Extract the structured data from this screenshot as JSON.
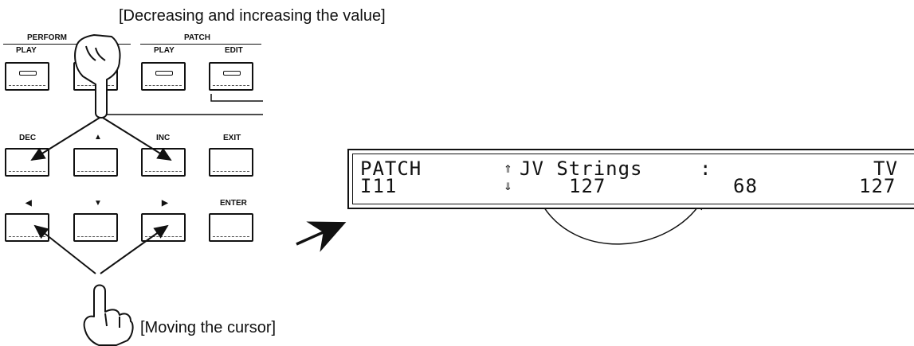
{
  "captions": {
    "value_change": "[Decreasing and increasing the value]",
    "cursor_move": "[Moving the cursor]"
  },
  "panel": {
    "performance_group": "PERFORM",
    "patch_group": "PATCH",
    "buttons": {
      "perf_play": "PLAY",
      "patch_play": "PLAY",
      "patch_edit": "EDIT",
      "dec": "DEC",
      "up": "▲",
      "inc": "INC",
      "exit": "EXIT",
      "left": "◀",
      "down": "▼",
      "right": "▶",
      "enter": "ENTER"
    }
  },
  "lcd": {
    "row1": {
      "mode": "PATCH",
      "up_arrow": "⇑",
      "name": "JV Strings",
      "colon": ":",
      "tv": "TV"
    },
    "row2": {
      "patch_no": "I11",
      "down_arrow": "⇓",
      "val1": "127",
      "val2": "68",
      "val3": "127"
    }
  }
}
